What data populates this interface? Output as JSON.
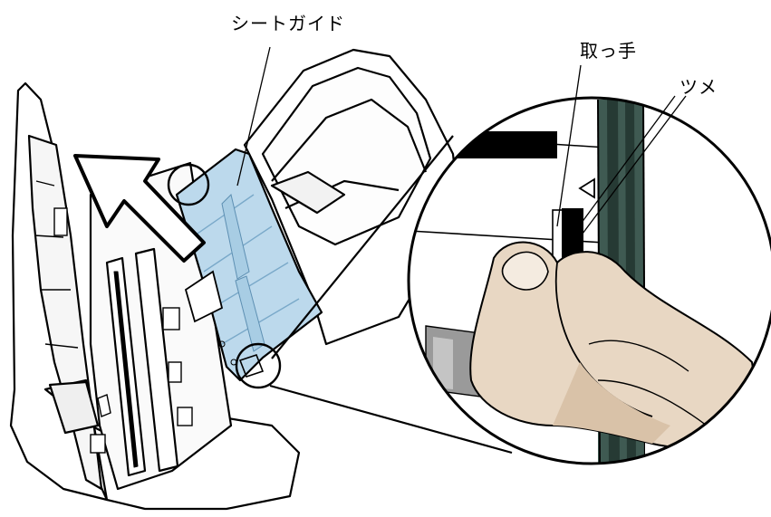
{
  "labels": {
    "sheet_guide": "シートガイド",
    "handle": "取っ手",
    "claw": "ツメ"
  },
  "colors": {
    "sheet_guide_fill": "#bcd9ec",
    "hand_fill": "#e8d7c3",
    "hand_shadow": "#d9c2a8",
    "dark_rail": "#3f5a52",
    "outline": "#000000"
  },
  "icons": {
    "arrow": "removal-direction-arrow",
    "triangle": "triangle-marker"
  }
}
